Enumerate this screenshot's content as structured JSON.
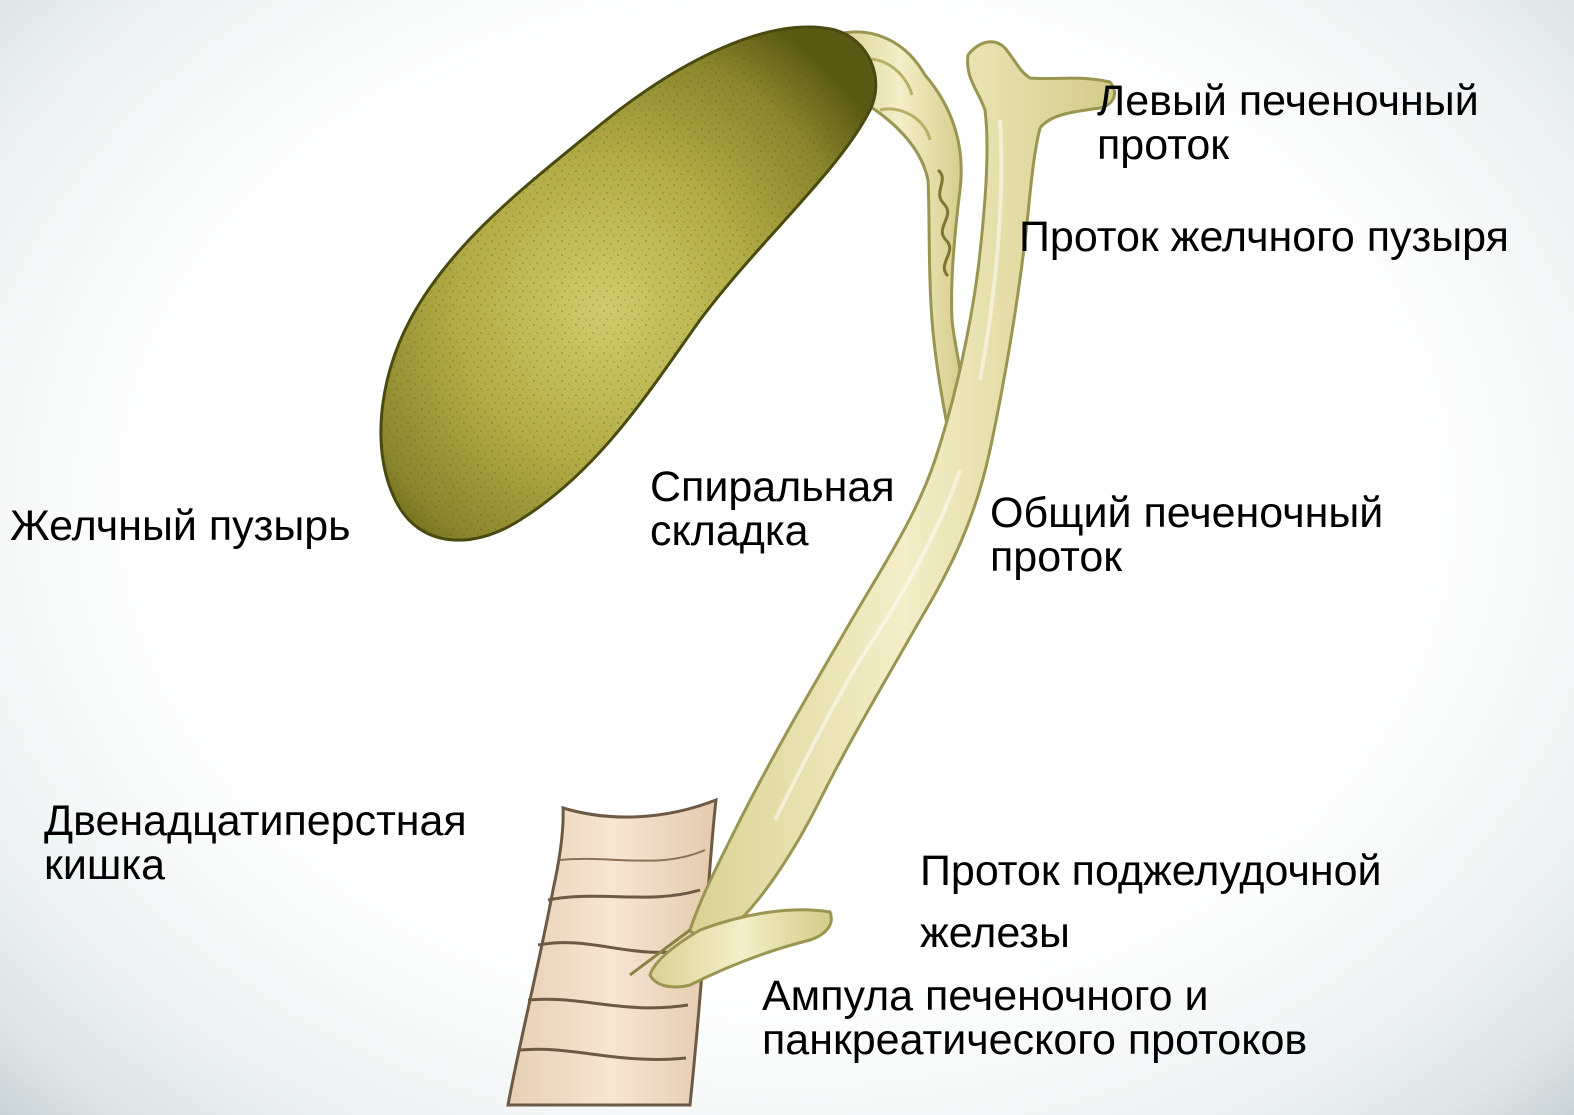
{
  "labels": {
    "left_hepatic_duct": [
      "Левый печеночный",
      "проток"
    ],
    "cystic_duct": [
      "Проток желчного пузыря"
    ],
    "spiral_fold": [
      "Спиральная",
      "складка"
    ],
    "gallbladder": [
      "Желчный пузырь"
    ],
    "common_hepatic_duct": [
      "Общий печеночный",
      "проток"
    ],
    "duodenum": [
      "Двенадцатиперстная",
      "кишка"
    ],
    "pancreatic_duct": [
      "Проток поджелудочной",
      "железы"
    ],
    "ampulla": [
      "Ампула печеночного и",
      "панкреатического протоков"
    ]
  },
  "colors": {
    "background": "#ffffff",
    "vignette": "#c9d3d5",
    "gallbladder_dark": "#5a5a14",
    "gallbladder_mid": "#a7a33a",
    "gallbladder_light": "#cfcc6c",
    "duct_fill": "#eae4b4",
    "duct_outline": "#9a9550",
    "duodenum_fill": "#f0dcc4",
    "duodenum_line": "#6e5a44",
    "text": "#000000"
  }
}
